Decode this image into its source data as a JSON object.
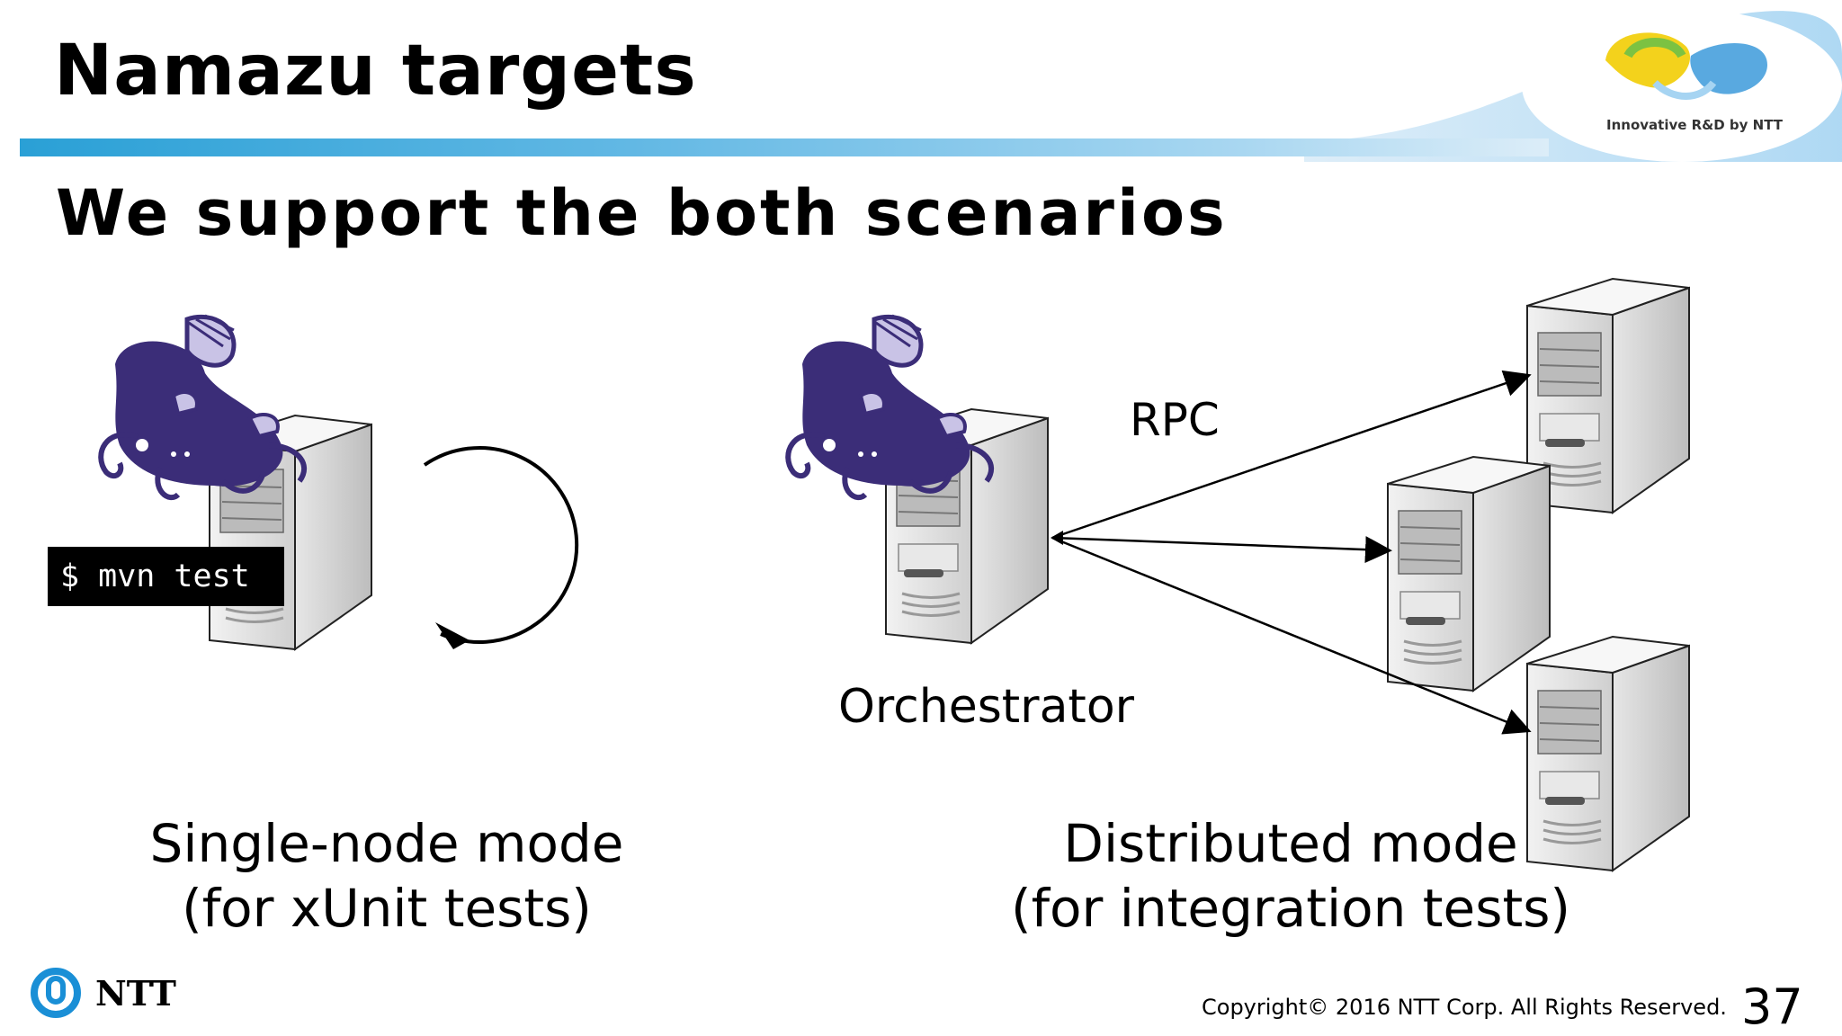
{
  "header": {
    "title": "Namazu targets",
    "logo_tagline": "Innovative R&D by NTT"
  },
  "subtitle": "We support the both scenarios",
  "single_node": {
    "command": "$ mvn test",
    "caption_line1": "Single-node mode",
    "caption_line2": "(for xUnit tests)"
  },
  "distributed": {
    "rpc_label": "RPC",
    "orchestrator_label": "Orchestrator",
    "caption_line1": "Distributed mode",
    "caption_line2": "(for integration tests)"
  },
  "footer": {
    "brand": "NTT",
    "copyright": "Copyright© 2016  NTT Corp. All Rights Reserved.",
    "page_number": "37"
  },
  "colors": {
    "catfish": "#3b2d78",
    "accent_blue": "#2aa0d6",
    "server_face": "#d9d9d9"
  }
}
